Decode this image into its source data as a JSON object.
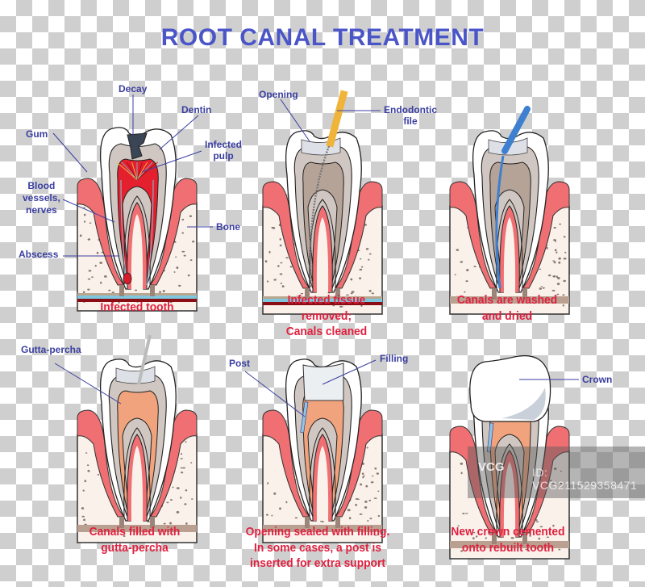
{
  "title": "ROOT CANAL TREATMENT",
  "colors": {
    "title": "#4a55c8",
    "label": "#3b3fa0",
    "caption": "#e0213f",
    "gum": "#ef6f72",
    "bone": "#faf1eb",
    "enamel": "#ffffff",
    "dentin": "#d1c7c2",
    "pulp_clean": "#b5a398",
    "pulp_infected": "#e4202e",
    "decay": "#3a4556",
    "gutta_percha": "#f0a37c",
    "file_handle": "#f0b43a",
    "irrigator": "#3e7fd0",
    "filling": "#eceff2",
    "post": "#8fc3ea",
    "crown": "#ffffff"
  },
  "panels": [
    {
      "id": "infected-tooth",
      "caption": [
        "Infected tooth"
      ],
      "labels": [
        {
          "text": "Decay"
        },
        {
          "text": "Dentin"
        },
        {
          "text": "Gum"
        },
        {
          "text": "Infected",
          "text2": "pulp"
        },
        {
          "text": "Blood",
          "text2": "vessels,",
          "text3": "nerves"
        },
        {
          "text": "Bone"
        },
        {
          "text": "Abscess"
        }
      ]
    },
    {
      "id": "tissue-removed",
      "caption": [
        "Infected tissue",
        "removed;",
        "Canals cleaned"
      ],
      "labels": [
        {
          "text": "Opening"
        },
        {
          "text": "Endodontic",
          "text2": "file"
        }
      ]
    },
    {
      "id": "canals-washed",
      "caption": [
        "Canals are  washed",
        "and dried"
      ],
      "labels": []
    },
    {
      "id": "canals-filled",
      "caption": [
        "Canals filled with",
        "gutta-percha"
      ],
      "labels": [
        {
          "text": "Gutta-percha"
        }
      ]
    },
    {
      "id": "opening-sealed",
      "caption": [
        "Opening sealed with filling.",
        "In some cases, a post is",
        "inserted for extra support"
      ],
      "labels": [
        {
          "text": "Post"
        },
        {
          "text": "Filling"
        }
      ]
    },
    {
      "id": "crown-cemented",
      "caption": [
        "New crown cemented",
        "onto rebuilt tooth"
      ],
      "labels": [
        {
          "text": "Crown"
        }
      ]
    }
  ],
  "watermark": {
    "logo": "VCG",
    "id_text": "ID: VCG211529358471"
  }
}
